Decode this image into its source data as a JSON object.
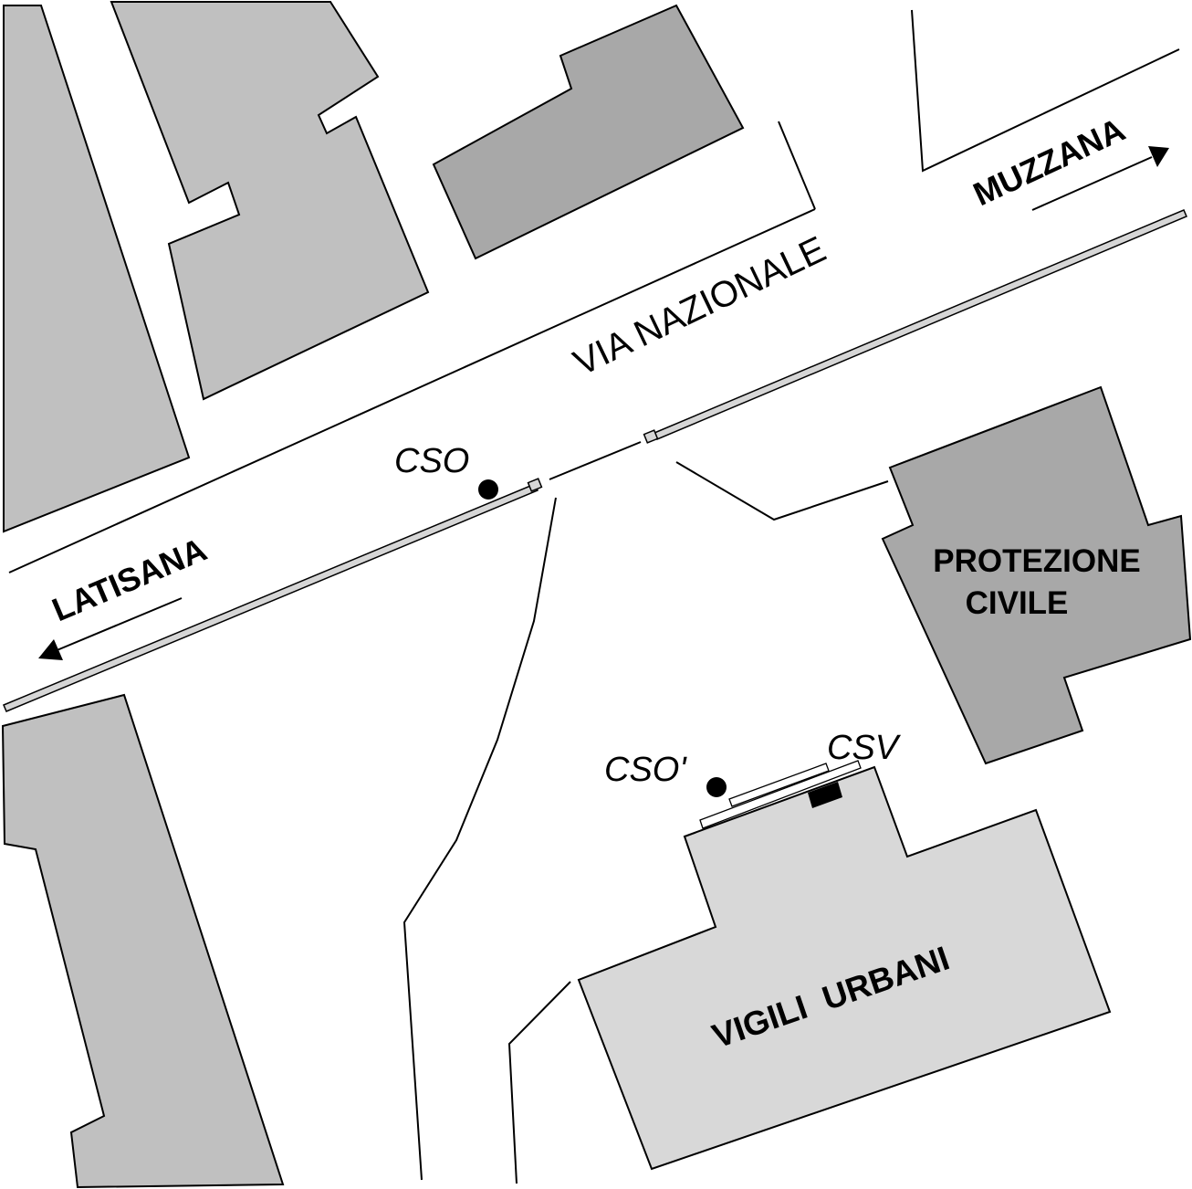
{
  "map": {
    "colors": {
      "building_dark": "#a8a8a8",
      "building_mid": "#c0c0c0",
      "building_light": "#d8d8d8",
      "outline": "#000000",
      "background": "#ffffff"
    },
    "labels": {
      "street": "VIA NAZIONALE",
      "direction_left": "LATISANA",
      "direction_right": "MUZZANA",
      "building_civil_line1": "PROTEZIONE",
      "building_civil_line2": "CIVILE",
      "building_police": "VIGILI  URBANI",
      "station_cso": "CSO",
      "station_cso_prime": "CSO'",
      "station_csv": "CSV"
    },
    "icons": [
      "arrow-left-icon",
      "arrow-right-icon",
      "station-dot-icon",
      "station-marker-icon"
    ]
  }
}
